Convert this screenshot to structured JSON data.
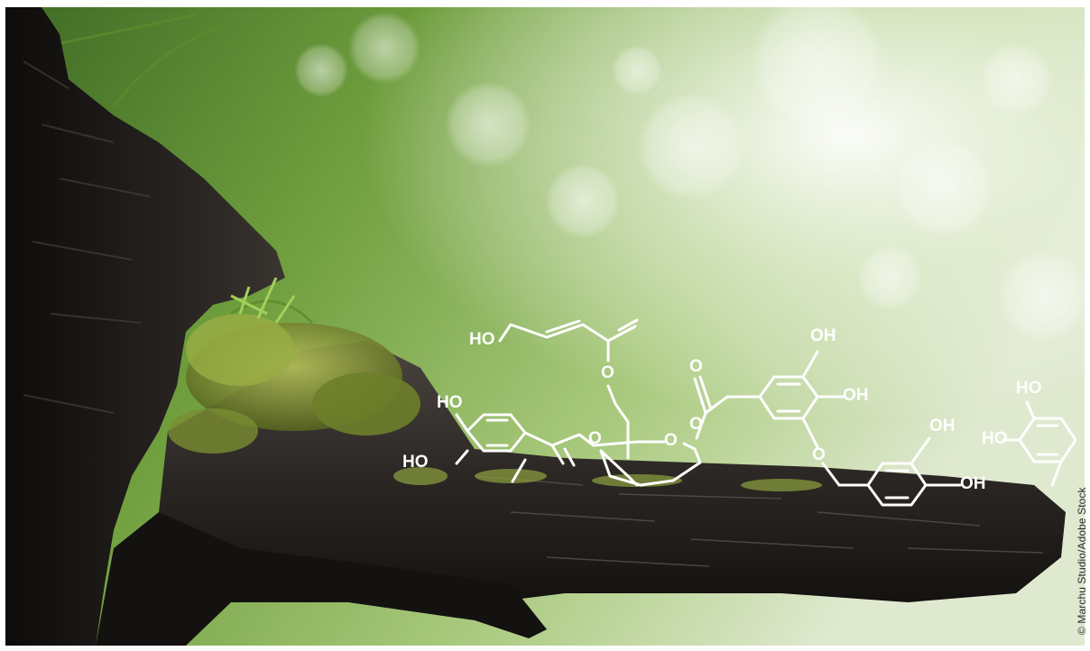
{
  "photo": {
    "subject": "moss-covered-bark-with-molecular-structure-overlay",
    "palette": {
      "foliage": "#7fae52",
      "highlight": "#eef5e4",
      "bark": "#2a2623",
      "moss": "#8a9c3a",
      "overlay": "#ffffff"
    }
  },
  "molecule": {
    "labels": {
      "ho_top": "HO",
      "oh_top_right": "OH",
      "oh_mid_right": "OH",
      "ho_left_upper": "HO",
      "ho_left_lower": "HO",
      "oh_right_ring_top": "OH",
      "oh_right_ring_bottom": "OH",
      "ho_far_right_top": "HO",
      "ho_far_right_mid": "HO",
      "o_ester_carbonyl": "O",
      "o_ester_link": "O",
      "o_ether_top": "O",
      "o_ring_left": "O",
      "o_ring_right": "O",
      "o_aryl_ether": "O"
    }
  },
  "credit": "© Marchu Studio/Adobe Stock"
}
